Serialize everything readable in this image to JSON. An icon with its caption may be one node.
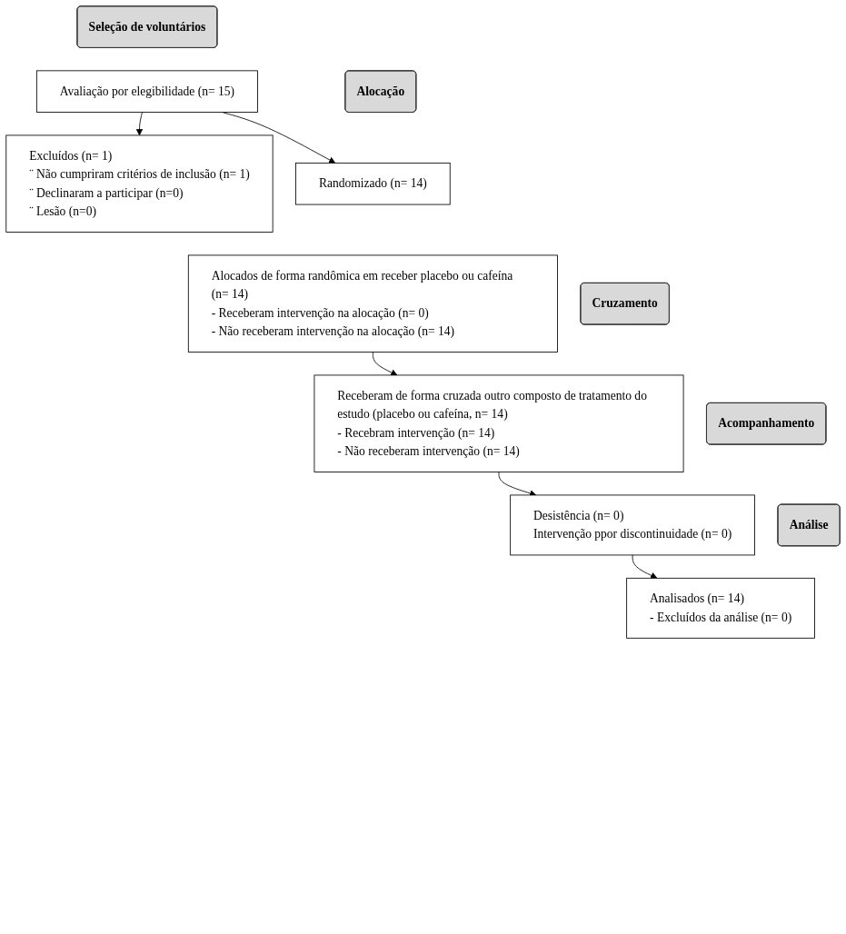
{
  "diagram": {
    "nodes": [
      {
        "text": [
          "Seleção de voluntários"
        ]
      },
      {
        "text": [
          "Avaliação por elegibilidade (n= 15)"
        ]
      },
      {
        "text": [
          "Excluídos  (n= 1)",
          "¨   Não cumpriram critérios de inclusão (n= 1)",
          "¨   Declinaram a participar (n=0)",
          "¨   Lesão (n=0)"
        ]
      },
      {
        "text": [
          "Alocação"
        ]
      },
      {
        "text": [
          "Randomizado (n= 14)"
        ]
      },
      {
        "text": [
          "Alocados de forma randômica em receber placebo ou cafeína (n= 14)",
          "- Receberam intervenção na alocação (n= 0)",
          "- Não receberam intervenção na alocação (n= 14)"
        ]
      },
      {
        "text": [
          "Cruzamento"
        ]
      },
      {
        "text": [
          "Receberam de forma cruzada outro composto de tratamento do estudo (placebo ou cafeína, n= 14)",
          "- Recebram intervenção (n= 14)",
          "- Não receberam intervenção (n= 14)"
        ]
      },
      {
        "text": [
          "Acompanhamento"
        ]
      },
      {
        "text": [
          "Desistência  (n= 0)",
          "Intervenção ppor discontinuidade (n= 0)"
        ]
      },
      {
        "text": [
          "Análise"
        ]
      },
      {
        "text": [
          "Analisados  (n= 14)",
          "- Excluídos da análise (n= 0)"
        ]
      }
    ],
    "edges": [
      {
        "from": 1,
        "to": 4,
        "arrow": "to"
      },
      {
        "from": 1,
        "to": 2,
        "arrow": "to"
      },
      {
        "from": 5,
        "to": 7,
        "arrow": "to"
      },
      {
        "from": 7,
        "to": 9,
        "arrow": "to"
      },
      {
        "from": 9,
        "to": 11,
        "arrow": "to"
      }
    ]
  }
}
